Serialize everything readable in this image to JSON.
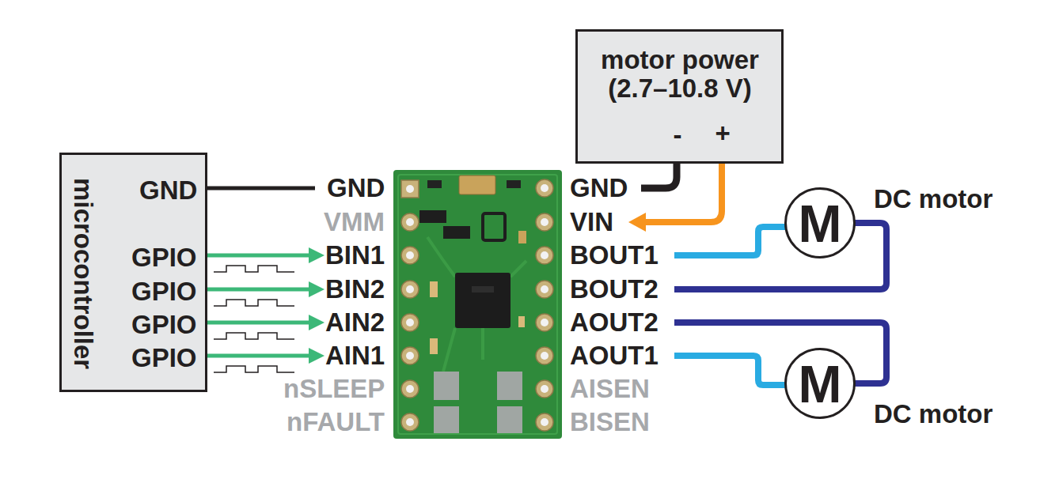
{
  "diagram": {
    "nodes": [
      {
        "text": [
          "microcontroller",
          "GND",
          "GPIO",
          "GPIO",
          "GPIO",
          "GPIO"
        ]
      },
      {
        "text": [
          "motor power (2.7–10.8 V)",
          "-",
          "+"
        ]
      },
      {
        "text": [
          "M",
          "DC motor"
        ]
      },
      {
        "text": [
          "M",
          "DC motor"
        ]
      }
    ],
    "labels": [
      "GND",
      "VMM",
      "BIN1",
      "BIN2",
      "AIN2",
      "AIN1",
      "nSLEEP",
      "nFAULT",
      "GND",
      "VIN",
      "BOUT1",
      "BOUT2",
      "AOUT2",
      "AOUT1",
      "AISEN",
      "BISEN"
    ]
  }
}
